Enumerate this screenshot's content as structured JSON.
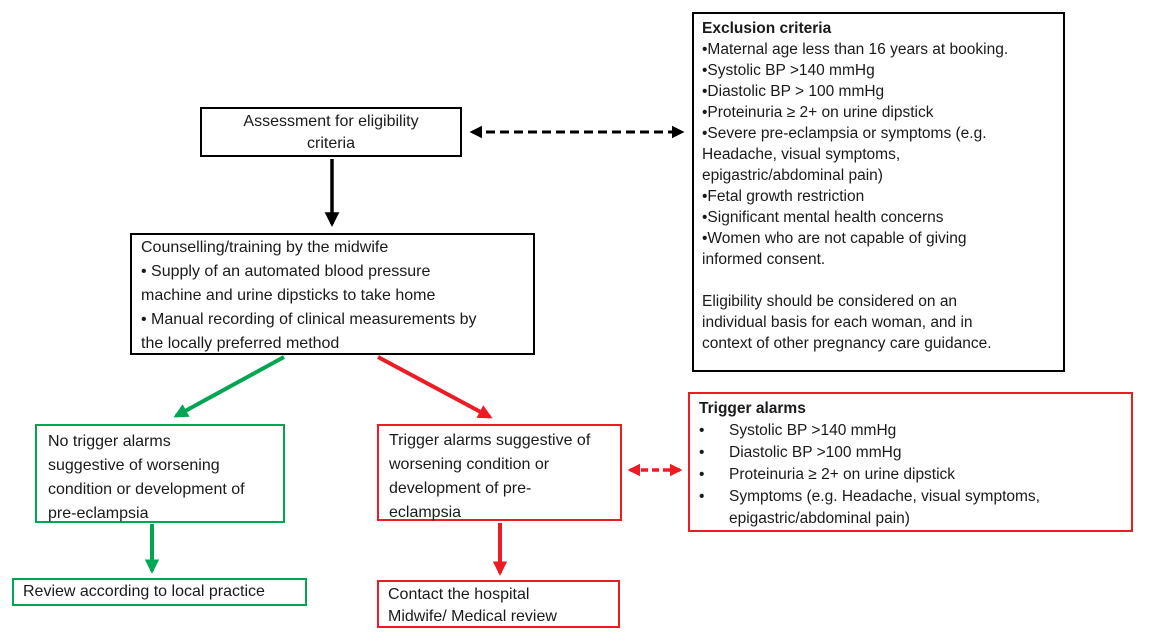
{
  "colors": {
    "accent_green": "#00A651",
    "accent_red": "#ED1C24",
    "accent_black": "#000000"
  },
  "boxes": {
    "assessment": {
      "lines": [
        "Assessment for eligibility",
        "criteria"
      ]
    },
    "counselling": {
      "lines": [
        "Counselling/training by the midwife",
        "• Supply of an automated blood pressure",
        "machine and urine dipsticks to take home",
        "• Manual recording of clinical measurements by",
        "the locally preferred method"
      ]
    },
    "exclusion": {
      "title": "Exclusion criteria",
      "lines": [
        "•Maternal age less than 16 years at booking.",
        "•Systolic BP >140 mmHg",
        "•Diastolic BP > 100 mmHg",
        "•Proteinuria ≥ 2+ on urine dipstick",
        "•Severe pre-eclampsia or symptoms (e.g.",
        "Headache, visual symptoms,",
        "epigastric/abdominal pain)",
        "•Fetal growth restriction",
        "•Significant mental health concerns",
        "•Women who are not capable of giving",
        "informed consent."
      ],
      "footer_lines": [
        "Eligibility should be considered on an",
        "individual basis for each woman, and in",
        "context of other pregnancy care guidance."
      ]
    },
    "no_trigger": {
      "lines": [
        "No trigger alarms",
        "suggestive of worsening",
        "condition or development of",
        "pre-eclampsia"
      ]
    },
    "trigger_suggestive": {
      "lines": [
        "Trigger alarms suggestive of",
        "worsening condition or",
        "development of pre-",
        "eclampsia"
      ]
    },
    "trigger_alarms": {
      "title": "Trigger alarms",
      "bullet": "•",
      "items": [
        "Systolic BP >140 mmHg",
        "Diastolic BP >100 mmHg",
        "Proteinuria ≥ 2+ on urine dipstick",
        "Symptoms (e.g. Headache, visual symptoms, epigastric/abdominal pain)"
      ]
    },
    "review": {
      "text": "Review according to local practice"
    },
    "contact": {
      "lines": [
        "Contact the hospital",
        "Midwife/ Medical review"
      ]
    }
  }
}
